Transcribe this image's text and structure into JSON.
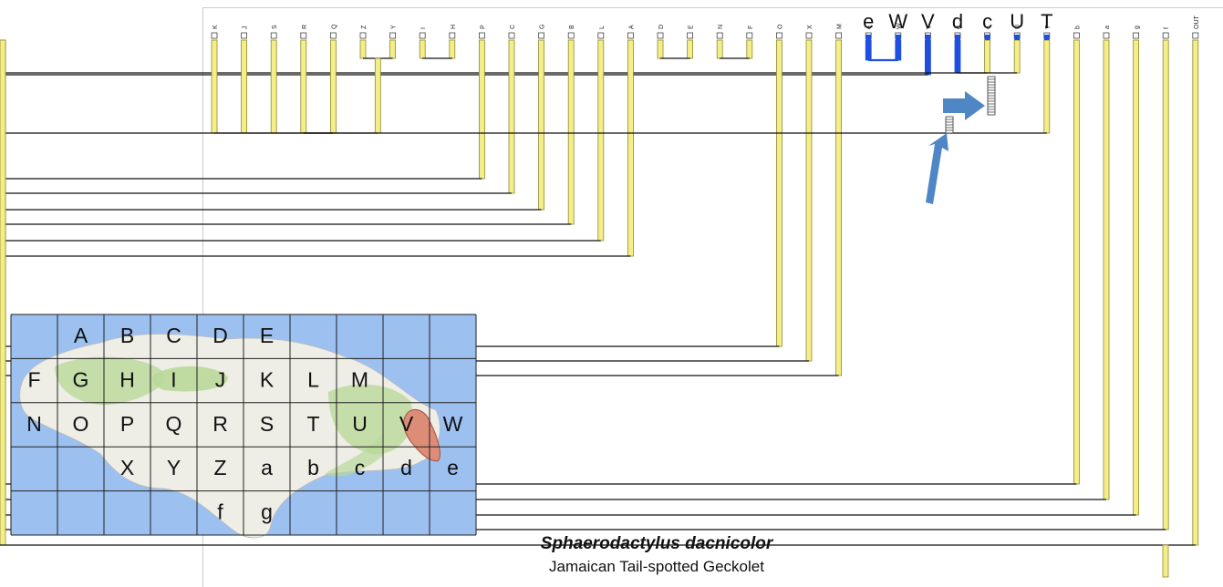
{
  "caption": {
    "species": "Sphaerodactylus dacnicolor",
    "common_name": "Jamaican Tail-spotted Geckolet"
  },
  "colors": {
    "branch": "#f4ee8a",
    "branch_edge": "#8f8a2a",
    "highlight": "#1f4fe0",
    "arrow": "#4f86c6",
    "sea": "#9cc0ef",
    "land": "#eeede6",
    "green": "#b9d89a",
    "range": "#dd8c78",
    "grid": "#222222"
  },
  "tree": {
    "tip_labels": [
      "K",
      "J",
      "S",
      "R",
      "Q",
      "Z",
      "Y",
      "I",
      "H",
      "P",
      "C",
      "G",
      "B",
      "L",
      "A",
      "D",
      "E",
      "N",
      "F",
      "O",
      "X",
      "M",
      "e",
      "W",
      "V",
      "d",
      "c",
      "U",
      "T",
      "b",
      "a",
      "g",
      "f",
      "OUT"
    ],
    "highlighted_tips": [
      "e",
      "W",
      "V",
      "d",
      "c",
      "U",
      "T"
    ],
    "highlighted_clade": [
      "e",
      "W",
      "V",
      "d"
    ],
    "large_labels": [
      "e",
      "W",
      "V",
      "d",
      "c",
      "U",
      "T"
    ]
  },
  "map": {
    "rows": [
      [
        "",
        "A",
        "B",
        "C",
        "D",
        "E",
        "",
        "",
        "",
        ""
      ],
      [
        "F",
        "G",
        "H",
        "I",
        "J",
        "K",
        "L",
        "M",
        "",
        ""
      ],
      [
        "N",
        "O",
        "P",
        "Q",
        "R",
        "S",
        "T",
        "U",
        "V",
        "W"
      ],
      [
        "",
        "",
        "X",
        "Y",
        "Z",
        "a",
        "b",
        "c",
        "d",
        "e"
      ],
      [
        "",
        "",
        "",
        "",
        "f",
        "g",
        "",
        "",
        "",
        ""
      ]
    ]
  }
}
